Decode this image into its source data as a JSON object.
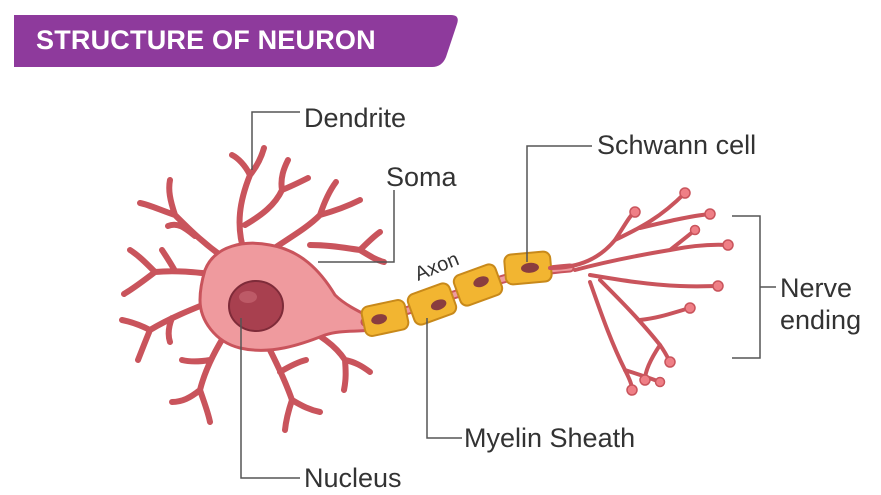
{
  "header": {
    "title": "STRUCTURE OF NEURON"
  },
  "labels": {
    "dendrite": "Dendrite",
    "soma": "Soma",
    "axon": "Axon",
    "schwann_cell": "Schwann cell",
    "nerve_ending_line1": "Nerve",
    "nerve_ending_line2": "ending",
    "myelin_sheath": "Myelin Sheath",
    "nucleus": "Nucleus"
  },
  "colors": {
    "banner": "#8e3a9c",
    "cell_body": "#ef9a9e",
    "cell_outline": "#c9545c",
    "nucleus": "#a8404f",
    "myelin": "#f2b531",
    "leader_line": "#555555"
  }
}
